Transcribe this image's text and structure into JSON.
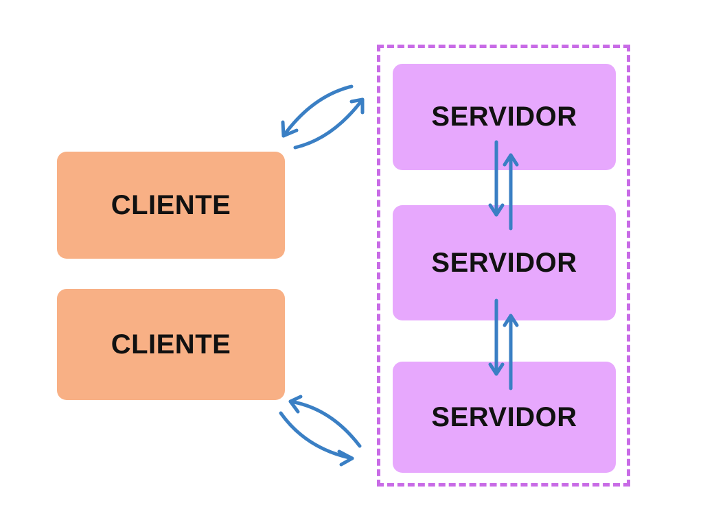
{
  "diagram": {
    "clients": [
      {
        "label": "CLIENTE"
      },
      {
        "label": "CLIENTE"
      }
    ],
    "servers": [
      {
        "label": "SERVIDOR"
      },
      {
        "label": "SERVIDOR"
      },
      {
        "label": "SERVIDOR"
      }
    ],
    "colors": {
      "client_fill": "#F8B085",
      "server_fill": "#E7A8FD",
      "cluster_border": "#C86BE6",
      "arrow": "#3A7FC4",
      "text": "#111111"
    }
  }
}
